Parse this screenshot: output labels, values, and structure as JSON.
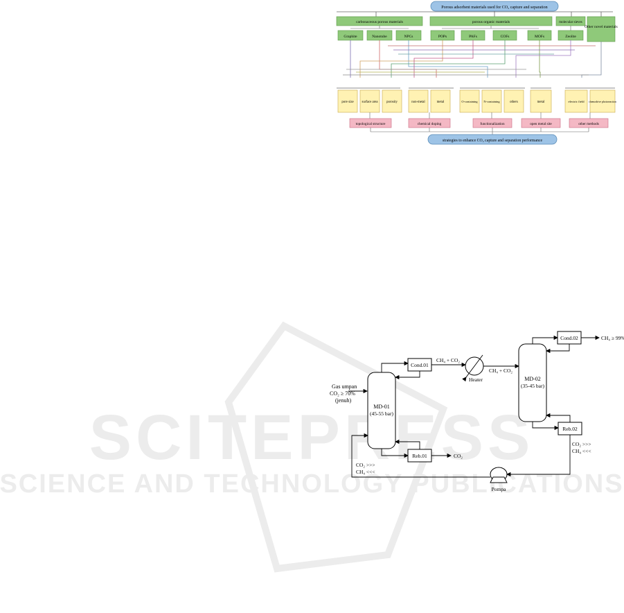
{
  "figure1": {
    "top_title": "Porous adsorbent materials used for CO₂ capture and separation",
    "categories": [
      "carbonaceous porous materials",
      "porous organic materials",
      "molecular sieves",
      "Other novel materials"
    ],
    "materials": [
      "Graphite",
      "Nanotube",
      "NPCs",
      "POPs",
      "PAFs",
      "COFs",
      "MOFs",
      "Zeolite"
    ],
    "properties": [
      "pore size",
      "surface area",
      "porosity",
      "non-metal",
      "metal",
      "O-containing",
      "N-containing",
      "others",
      "metal",
      "electric field",
      "chemodrive photoreaction"
    ],
    "strategies": [
      "topological structure",
      "chemical doping",
      "functionalization",
      "open metal site",
      "other methods"
    ],
    "bottom_title": "strategies to enhance CO₂ capture and separation performance"
  },
  "figure2": {
    "feed_label_1": "Gas umpan",
    "feed_label_2": "CO₂ ≥ 70%",
    "feed_label_3": "(jenuh)",
    "md01_name": "MD-01",
    "md01_pressure": "(45-55 bar)",
    "cond01": "Cond.01",
    "reb01": "Reb.01",
    "stream_top1": "CH₄ + CO₂",
    "heater": "Heater",
    "stream_top2": "CH₄ + CO₂",
    "md02_name": "MD-02",
    "md02_pressure": "(35-45 bar)",
    "cond02": "Cond.02",
    "product": "CH₄ ≥ 99%",
    "reb02": "Reb.02",
    "bottoms2_line1": "CO₂ >>>",
    "bottoms2_line2": "CH₄ <<<",
    "co2_out": "CO₂",
    "recycle_line1": "CO₂ >>>",
    "recycle_line2": "CH₄ <<<",
    "pump": "Pompa"
  },
  "watermark": {
    "line1": "SCITEPRESS",
    "line2": "SCIENCE AND TECHNOLOGY PUBLICATIONS"
  },
  "colors": {
    "blue_box": "#9dc3e6",
    "green_box": "#8fc97a",
    "yellow_box": "#fff2b3",
    "pink_box": "#f4b8c4"
  }
}
